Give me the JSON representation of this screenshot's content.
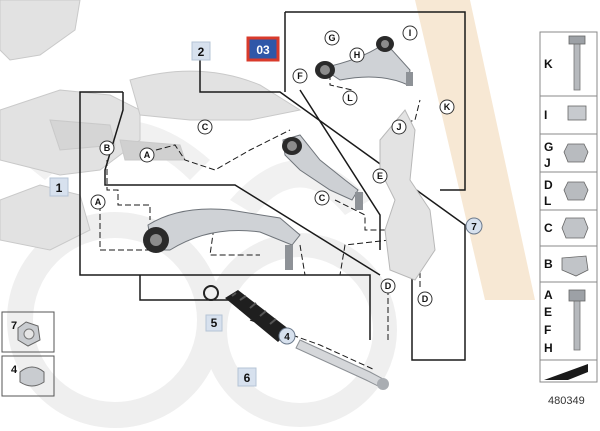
{
  "diagram": {
    "page_badge": "03",
    "part_numbers": [
      "1",
      "2",
      "4",
      "5",
      "6",
      "7"
    ],
    "callout_letters": [
      "A",
      "B",
      "C",
      "D",
      "E",
      "F",
      "G",
      "H",
      "I",
      "J",
      "K",
      "L"
    ],
    "drawing_number": "480349",
    "legend": {
      "k": "K",
      "i": "I",
      "g": "G",
      "j": "J",
      "d": "D",
      "l": "L",
      "c": "C",
      "b": "B",
      "a": "A",
      "e": "E",
      "f": "F",
      "h": "H"
    },
    "side_kits": {
      "top_num": "7",
      "bottom_num": "4"
    }
  },
  "colors": {
    "accent_badge": "#2f57a8",
    "badge_border": "#d93a2b",
    "watermark_orange": "#f7e6cf",
    "watermark_gray": "#ececec",
    "frame_line": "#1a1a1a",
    "label_fill": "#d7e1ee"
  }
}
